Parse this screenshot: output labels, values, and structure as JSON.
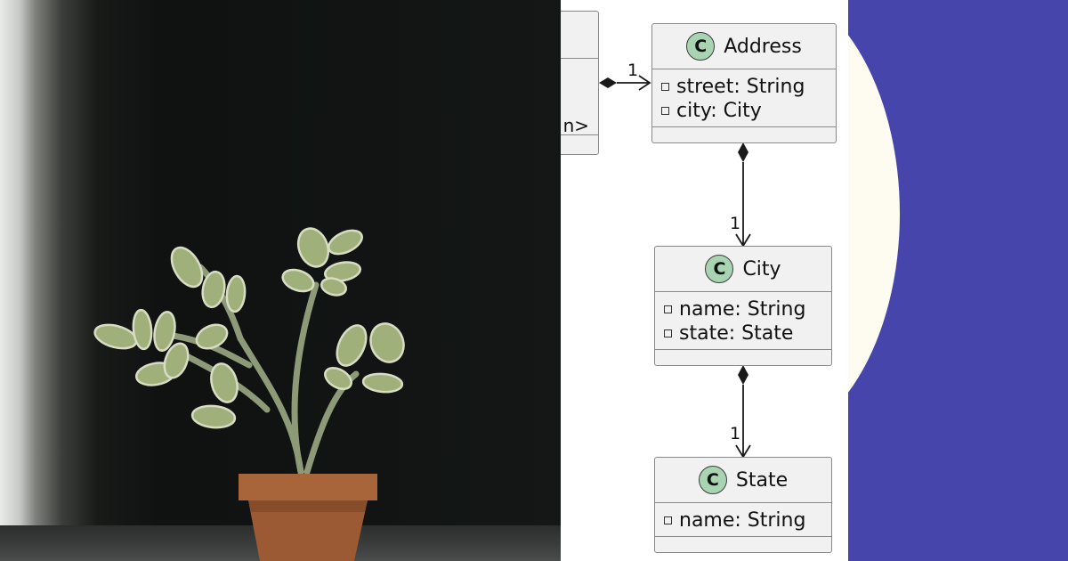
{
  "diagram": {
    "partial_class_fragment": "n>",
    "classes": [
      {
        "id": "address",
        "badge": "C",
        "name": "Address",
        "attributes": [
          "street: String",
          "city: City"
        ]
      },
      {
        "id": "city",
        "badge": "C",
        "name": "City",
        "attributes": [
          "name: String",
          "state: State"
        ]
      },
      {
        "id": "state",
        "badge": "C",
        "name": "State",
        "attributes": [
          "name: String"
        ]
      }
    ],
    "associations": [
      {
        "from": "partial",
        "to": "address",
        "type": "composition",
        "multiplicity": "1"
      },
      {
        "from": "address",
        "to": "city",
        "type": "composition",
        "multiplicity": "1"
      },
      {
        "from": "city",
        "to": "state",
        "type": "composition",
        "multiplicity": "1"
      }
    ]
  },
  "colors": {
    "class_fill": "#f1f1f1",
    "class_border": "#8a8a8a",
    "badge_fill": "#a9d4b1",
    "deco_background": "#4545ab",
    "deco_circle": "#fefbf0"
  }
}
